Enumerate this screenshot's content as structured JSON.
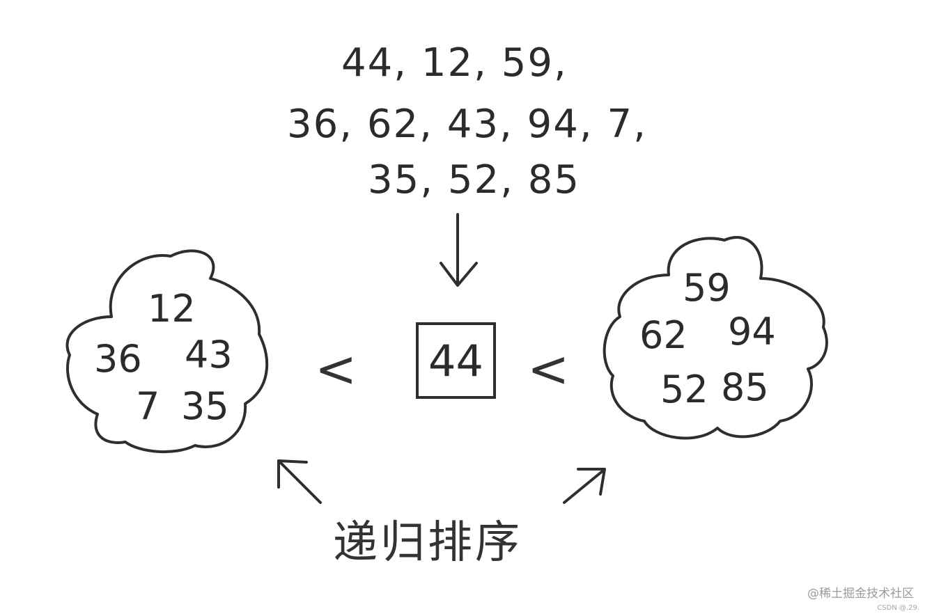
{
  "input_sequence": {
    "line1": "44, 12, 59,",
    "line2": "36, 62, 43, 94, 7,",
    "line3": "35, 52, 85"
  },
  "pivot": "44",
  "less_than_symbol": "<",
  "left_group": {
    "values": [
      "12",
      "36",
      "43",
      "7",
      "35"
    ]
  },
  "right_group": {
    "values": [
      "59",
      "62",
      "94",
      "52",
      "85"
    ]
  },
  "caption": "递归排序",
  "watermark": {
    "line1": "@稀土掘金技术社区",
    "line2": "CSDN @.29."
  }
}
